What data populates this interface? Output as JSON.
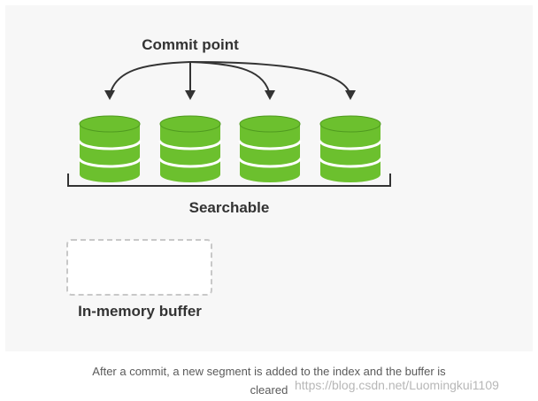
{
  "diagram": {
    "commit_label": "Commit point",
    "searchable_label": "Searchable",
    "buffer_label": "In-memory buffer",
    "segment_count": 4,
    "colors": {
      "segment_green": "#6cc02e",
      "segment_green_dark": "#4f9a1f",
      "segment_stripe": "#ffffff",
      "arrow": "#333333",
      "panel_bg": "#f7f7f7",
      "buffer_border": "#c8c8c8"
    }
  },
  "caption": {
    "line1": "After a commit, a new segment is added to the index and the buffer is",
    "line2": "cleared"
  },
  "watermark": "https://blog.csdn.net/Luomingkui1109"
}
